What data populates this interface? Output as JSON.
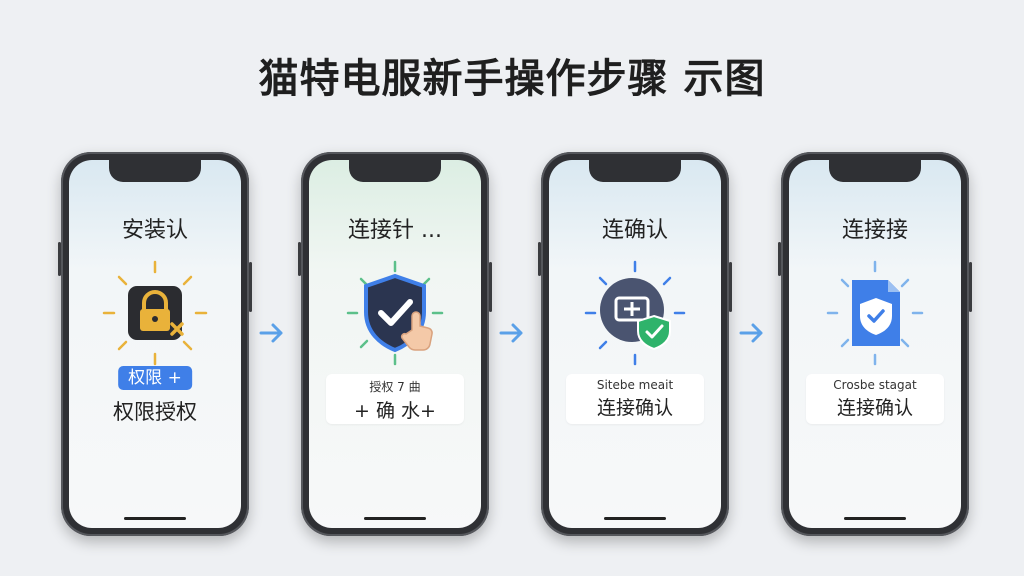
{
  "title": "猫特电服新手操作步骤 示图",
  "colors": {
    "accent": "#3f7fe8",
    "arrow": "#5aa0e8",
    "shield_green": "#2fb36b",
    "lock_gold": "#e9b23a"
  },
  "steps": [
    {
      "title": "安装认",
      "icon": "lock-warning-icon",
      "pill": "权限 +",
      "label": "权限授权"
    },
    {
      "title": "连接针 ...",
      "icon": "shield-check-tap-icon",
      "card_small": "授权 7 曲",
      "card_big": "+ 确 水+"
    },
    {
      "title": "连确认",
      "icon": "device-shield-icon",
      "card_small": "Sitebe meait",
      "card_big": "连接确认"
    },
    {
      "title": "连接接",
      "icon": "document-shield-icon",
      "card_small": "Crosbe stagat",
      "card_big": "连接确认"
    }
  ],
  "arrows": [
    "arrow-right-icon",
    "arrow-right-icon",
    "arrow-right-icon"
  ]
}
